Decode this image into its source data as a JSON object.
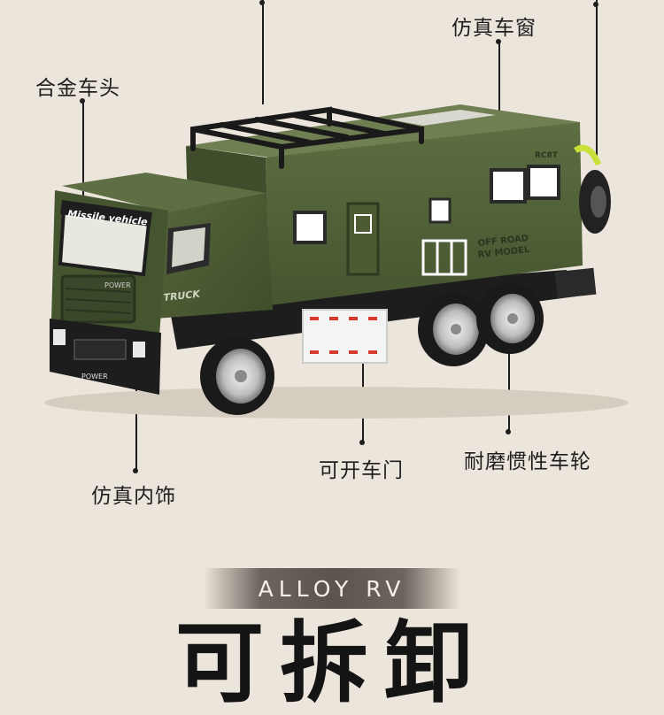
{
  "callouts": {
    "window": "仿真车窗",
    "head": "合金车头",
    "door": "可开车门",
    "wheels": "耐磨惯性车轮",
    "interior": "仿真内饰"
  },
  "truck_text": {
    "windshield_banner": "Missile vehicle",
    "grille_top": "POWER",
    "bumper": "POWER",
    "side": "TRUCK",
    "box_line1": "OFF ROAD",
    "box_line2": "RV MODEL",
    "box_small": "RC8T"
  },
  "banner": {
    "text": "ALLOY RV"
  },
  "headline": {
    "text": "可拆卸"
  },
  "colors": {
    "background": "#ece5dc",
    "body_green": "#4f5f37",
    "dark_green": "#3a4728",
    "banner": "#5a544c"
  }
}
